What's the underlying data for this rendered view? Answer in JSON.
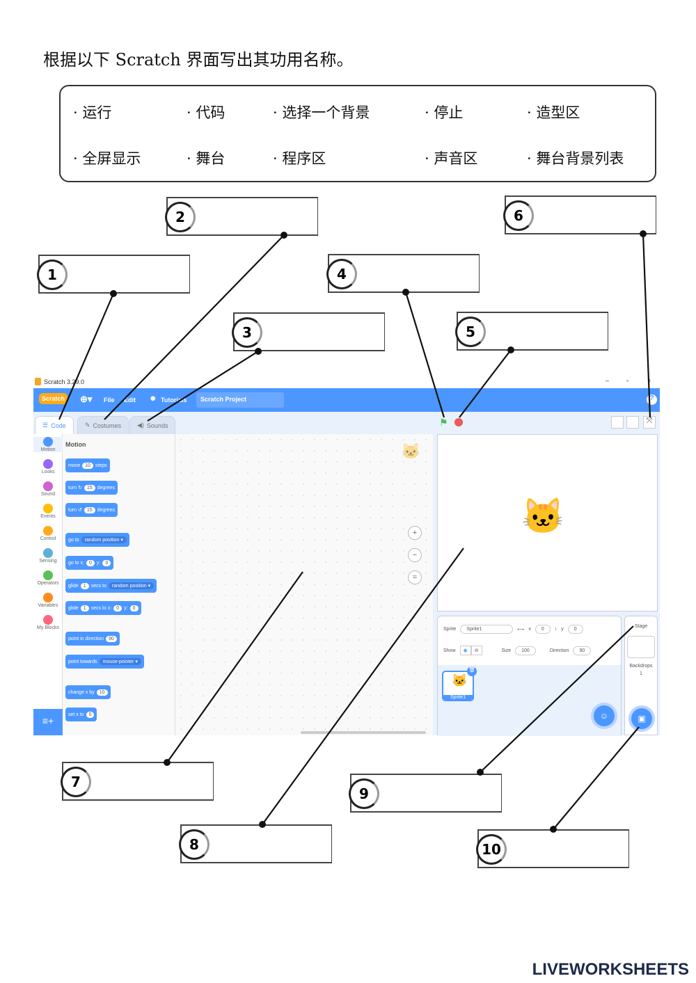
{
  "title": "根据以下 Scratch 界面写出其功用名称。",
  "word_bank": [
    "运行",
    "代码",
    "选择一个背景",
    "停止",
    "造型区",
    "全屏显示",
    "舞台",
    "程序区",
    "声音区",
    "舞台背景列表"
  ],
  "answer_boxes": [
    "1",
    "2",
    "3",
    "4",
    "5",
    "6",
    "7",
    "8",
    "9",
    "10"
  ],
  "scratch": {
    "window_title": "Scratch 3.29.0",
    "menu": {
      "logo": "Scratch",
      "file": "File",
      "edit": "Edit",
      "tutorials": "Tutorials",
      "project_title": "Scratch Project"
    },
    "tabs": [
      "Code",
      "Costumes",
      "Sounds"
    ],
    "categories": [
      {
        "label": "Motion",
        "color": "#4c97ff"
      },
      {
        "label": "Looks",
        "color": "#9966ff"
      },
      {
        "label": "Sound",
        "color": "#cf63cf"
      },
      {
        "label": "Events",
        "color": "#ffbf00"
      },
      {
        "label": "Control",
        "color": "#ffab19"
      },
      {
        "label": "Sensing",
        "color": "#5cb1d6"
      },
      {
        "label": "Operators",
        "color": "#59c059"
      },
      {
        "label": "Variables",
        "color": "#ff8c1a"
      },
      {
        "label": "My Blocks",
        "color": "#ff6680"
      }
    ],
    "palette_heading": "Motion",
    "blocks": [
      [
        {
          "t": "move"
        },
        {
          "p": "10"
        },
        {
          "t": "steps"
        }
      ],
      [
        {
          "t": "turn ↻"
        },
        {
          "p": "15"
        },
        {
          "t": "degrees"
        }
      ],
      [
        {
          "t": "turn ↺"
        },
        {
          "p": "15"
        },
        {
          "t": "degrees"
        }
      ],
      [
        {
          "t": "go to"
        },
        {
          "d": "random position ▾"
        }
      ],
      [
        {
          "t": "go to x:"
        },
        {
          "p": "0"
        },
        {
          "t": "y:"
        },
        {
          "p": "0"
        }
      ],
      [
        {
          "t": "glide"
        },
        {
          "p": "1"
        },
        {
          "t": "secs to"
        },
        {
          "d": "random position ▾"
        }
      ],
      [
        {
          "t": "glide"
        },
        {
          "p": "1"
        },
        {
          "t": "secs to x:"
        },
        {
          "p": "0"
        },
        {
          "t": "y:"
        },
        {
          "p": "0"
        }
      ],
      [
        {
          "t": "point in direction"
        },
        {
          "p": "90"
        }
      ],
      [
        {
          "t": "point towards"
        },
        {
          "d": "mouse-pointer ▾"
        }
      ],
      [
        {
          "t": "change x by"
        },
        {
          "p": "10"
        }
      ],
      [
        {
          "t": "set x to"
        },
        {
          "p": "0"
        }
      ]
    ],
    "sprite_info": {
      "sprite_label": "Sprite",
      "sprite_name": "Sprite1",
      "x_label": "x",
      "x": "0",
      "y_label": "y",
      "y": "0",
      "show_label": "Show",
      "size_label": "Size",
      "size": "100",
      "direction_label": "Direction",
      "direction": "90"
    },
    "sprite_thumb": "Sprite1",
    "stage_pane": {
      "label": "Stage",
      "backdrops_label": "Backdrops",
      "backdrops_count": "1"
    },
    "accent": "#4c97ff"
  },
  "footer": "LIVEWORKSHEETS"
}
